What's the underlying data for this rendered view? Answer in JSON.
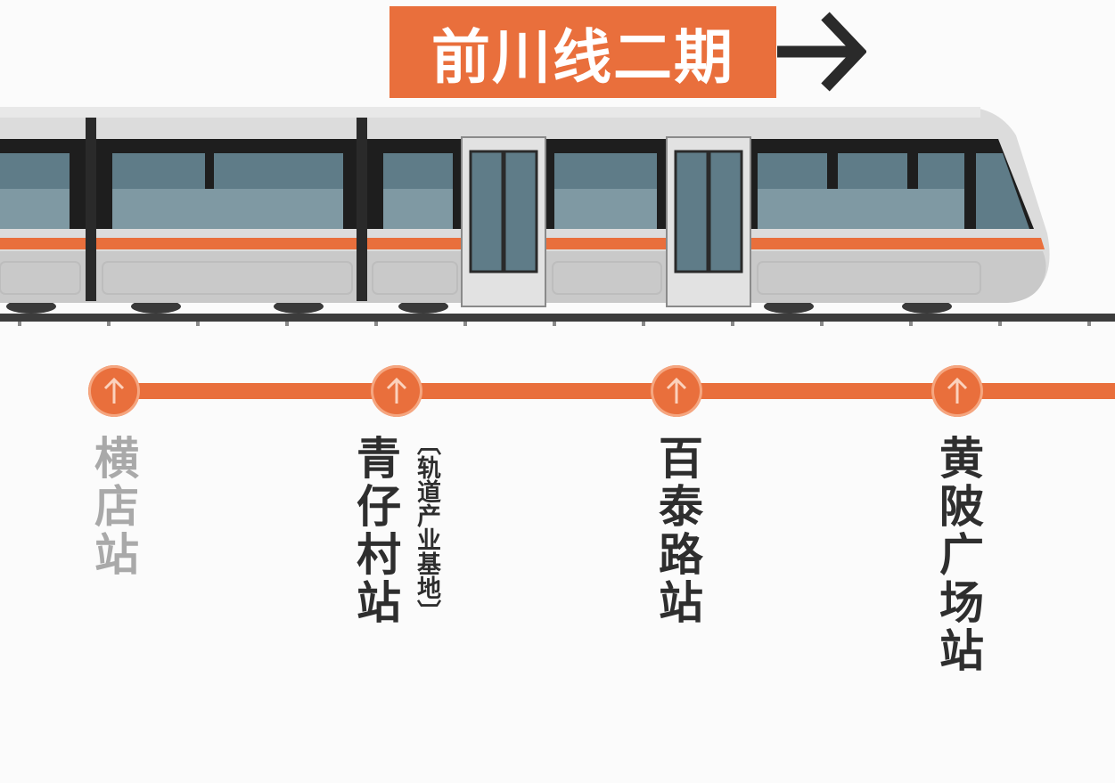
{
  "header": {
    "title": "前川线二期",
    "direction_icon": "arrow-right-icon"
  },
  "colors": {
    "accent": "#e96f3c",
    "text_dark": "#2e2e2e",
    "text_past": "#a9a9a9",
    "train_body": "#d9d9d9",
    "window_glass": "#5f7c88"
  },
  "stations": [
    {
      "name": "横店站",
      "status": "past",
      "icon": "up-arrow-icon"
    },
    {
      "name": "青仔村站",
      "note": "〔轨道产业基地〕",
      "icon": "up-arrow-icon"
    },
    {
      "name": "百泰路站",
      "icon": "up-arrow-icon"
    },
    {
      "name": "黄陂广场站",
      "icon": "up-arrow-icon"
    }
  ]
}
